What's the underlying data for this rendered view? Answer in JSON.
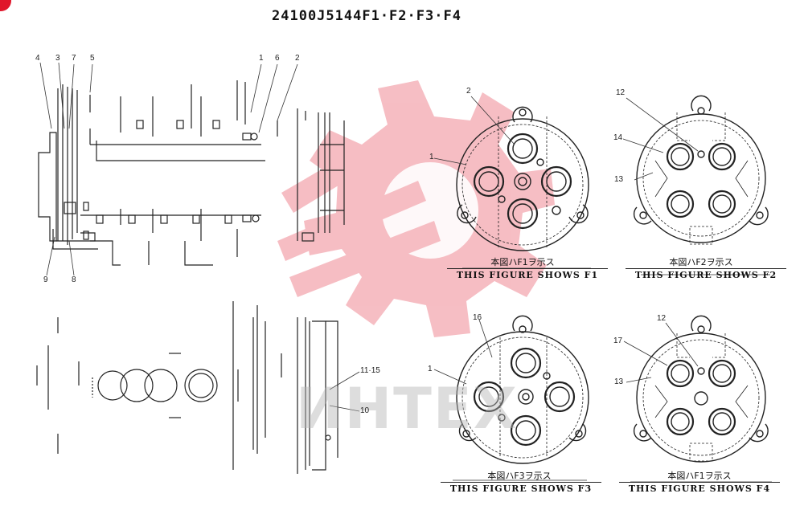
{
  "title": "24100J5144F1·F2·F3·F4",
  "watermark": {
    "text": "ИНТЕХ",
    "color": "#e0162b"
  },
  "callouts": {
    "n4": "4",
    "n3": "3",
    "n7": "7",
    "n5": "5",
    "n1a": "1",
    "n6": "6",
    "n2a": "2",
    "n9": "9",
    "n8": "8",
    "n1115": "11·15",
    "n10": "10",
    "f1_2": "2",
    "f1_1": "1",
    "f2_12": "12",
    "f2_14": "14",
    "f2_13": "13",
    "f3_16": "16",
    "f3_1": "1",
    "f4_12": "12",
    "f4_17": "17",
    "f4_13": "13"
  },
  "figures": [
    {
      "jp": "本図ハF1ヲ示ス",
      "en": "THIS FIGURE SHOWS F1"
    },
    {
      "jp": "本図ハF2ヲ示ス",
      "en": "THIS FIGURE SHOWS F2"
    },
    {
      "jp": "本図ハF3ヲ示ス",
      "en": "THIS FIGURE SHOWS F3"
    },
    {
      "jp": "本図ハF1ヲ示ス",
      "en": "THIS FIGURE SHOWS F4"
    }
  ]
}
